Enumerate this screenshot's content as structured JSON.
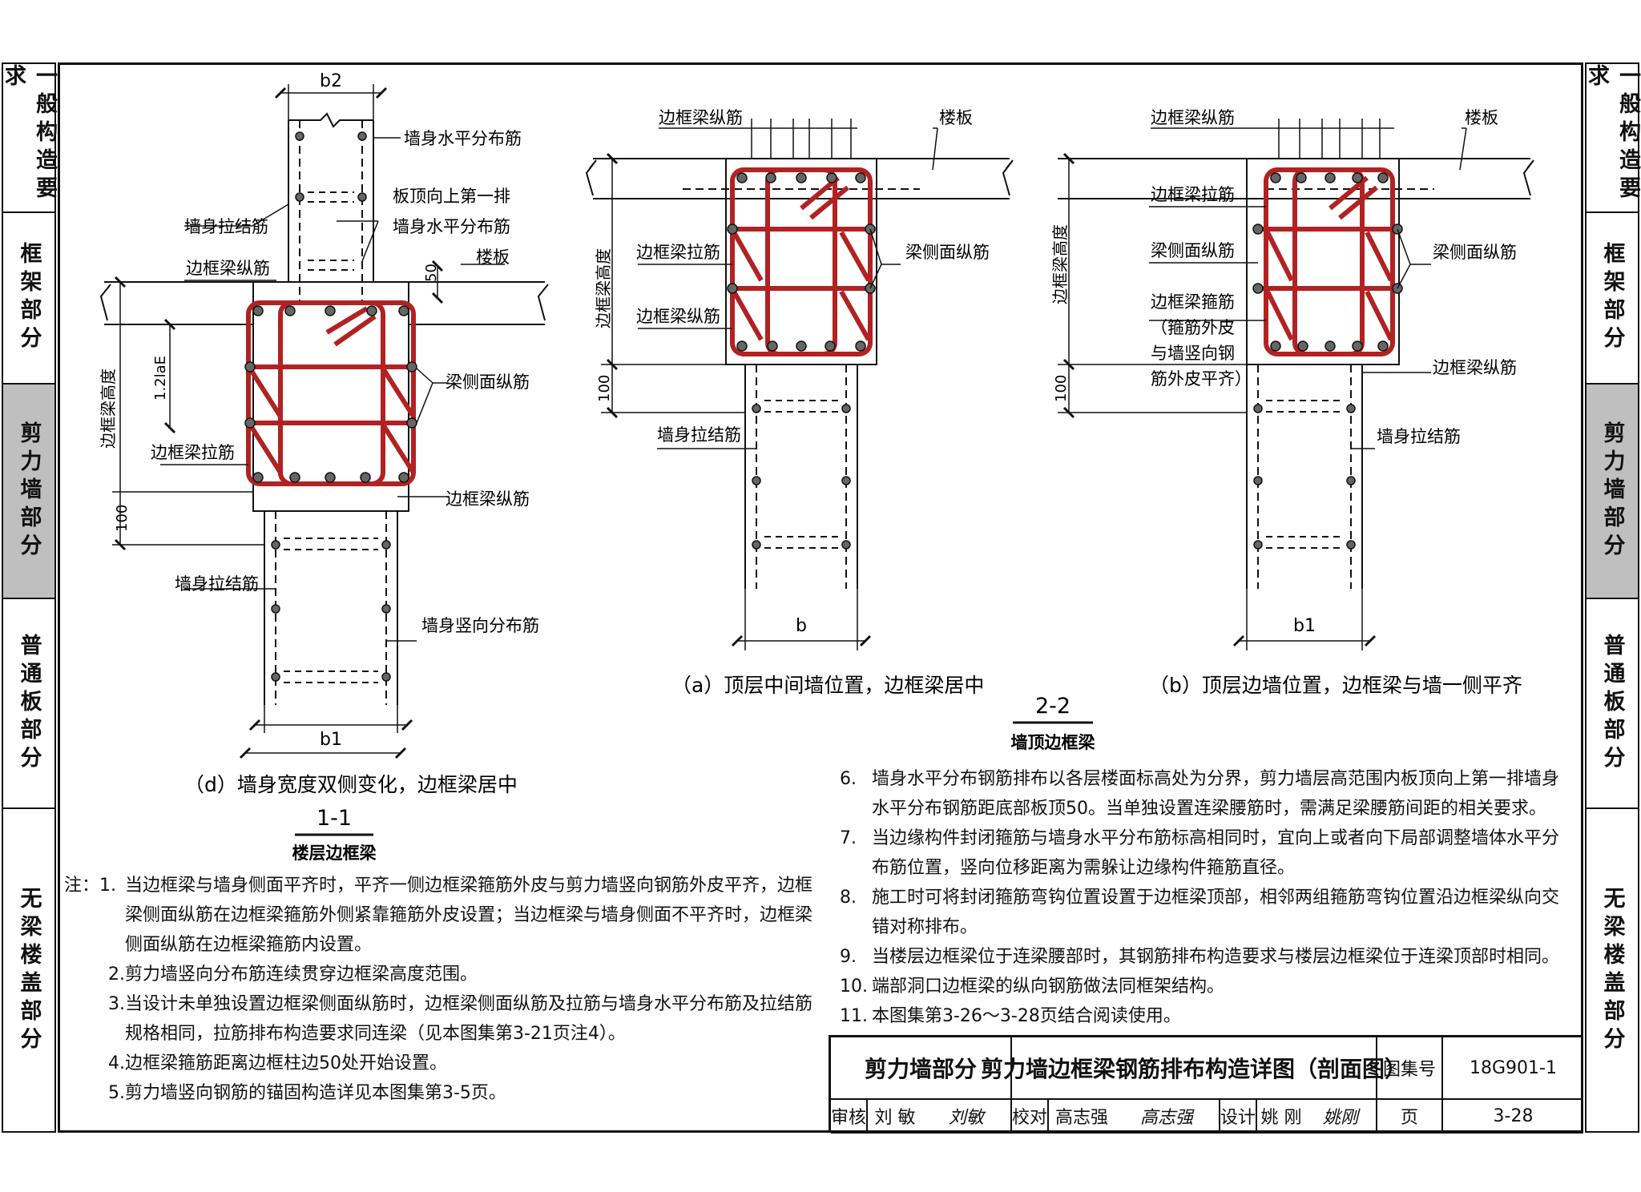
{
  "sidebar_tabs": [
    "一般构造要求",
    "框架部分",
    "剪力墙部分",
    "普通板部分",
    "无梁楼盖部分"
  ],
  "active_tab_index": 2,
  "detail_d": {
    "dim_top": "b2",
    "dim_bottom": "b1",
    "dim_50": "50",
    "dim_la": "1.2laE",
    "dim_100": "100",
    "height_label": "边框梁高度",
    "labels": {
      "wall_horiz": "墙身水平分布筋",
      "first_row_1": "板顶向上第一排",
      "first_row_2": "墙身水平分布筋",
      "wall_tie": "墙身拉结筋",
      "beam_long": "边框梁纵筋",
      "slab": "楼板",
      "side_long": "梁侧面纵筋",
      "beam_tie": "边框梁拉筋",
      "beam_long_2": "边框梁纵筋",
      "wall_tie_2": "墙身拉结筋",
      "wall_vert": "墙身竖向分布筋"
    },
    "caption": "（d）墙身宽度双侧变化，边框梁居中",
    "section": "1-1",
    "section_title": "楼层边框梁"
  },
  "detail_a": {
    "labels": {
      "beam_long": "边框梁纵筋",
      "slab": "楼板",
      "beam_tie": "边框梁拉筋",
      "side_long": "梁侧面纵筋",
      "beam_long_2": "边框梁纵筋",
      "wall_tie": "墙身拉结筋"
    },
    "height_label": "边框梁高度",
    "dim_100": "100",
    "dim_b": "b",
    "caption": "（a）顶层中间墙位置，边框梁居中"
  },
  "detail_b": {
    "labels": {
      "beam_long": "边框梁纵筋",
      "slab": "楼板",
      "beam_tie": "边框梁拉筋",
      "side_long_l": "梁侧面纵筋",
      "side_long_r": "梁侧面纵筋",
      "stirrup_1": "边框梁箍筋",
      "stirrup_2": "（箍筋外皮",
      "stirrup_3": "与墙竖向钢",
      "stirrup_4": "筋外皮平齐）",
      "beam_long_2": "边框梁纵筋",
      "wall_tie": "墙身拉结筋"
    },
    "height_label": "边框梁高度",
    "dim_100": "100",
    "dim_b1": "b1",
    "caption": "（b）顶层边墙位置，边框梁与墙一侧平齐"
  },
  "section_2": {
    "section": "2-2",
    "title": "墙顶边框梁"
  },
  "notes_left": [
    {
      "num": "注：1.",
      "lines": [
        "当边框梁与墙身侧面平齐时，平齐一侧边框梁箍筋外皮与剪力墙竖向钢筋外皮平齐，边框",
        "梁侧面纵筋在边框梁箍筋外侧紧靠箍筋外皮设置；当边框梁与墙身侧面不平齐时，边框梁",
        "侧面纵筋在边框梁箍筋内设置。"
      ]
    },
    {
      "num": "2.",
      "lines": [
        "剪力墙竖向分布筋连续贯穿边框梁高度范围。"
      ]
    },
    {
      "num": "3.",
      "lines": [
        "当设计未单独设置边框梁侧面纵筋时，边框梁侧面纵筋及拉筋与墙身水平分布筋及拉结筋",
        "规格相同，拉筋排布构造要求同连梁（见本图集第3-21页注4）。"
      ]
    },
    {
      "num": "4.",
      "lines": [
        "边框梁箍筋距离边框柱边50处开始设置。"
      ]
    },
    {
      "num": "5.",
      "lines": [
        "剪力墙竖向钢筋的锚固构造详见本图集第3-5页。"
      ]
    }
  ],
  "notes_right": [
    {
      "num": "6.",
      "lines": [
        "墙身水平分布钢筋排布以各层楼面标高处为分界，剪力墙层高范围内板顶向上第一排墙身",
        "水平分布钢筋距底部板顶50。当单独设置连梁腰筋时，需满足梁腰筋间距的相关要求。"
      ]
    },
    {
      "num": "7.",
      "lines": [
        "当边缘构件封闭箍筋与墙身水平分布筋标高相同时，宜向上或者向下局部调整墙体水平分",
        "布筋位置，竖向位移距离为需躲让边缘构件箍筋直径。"
      ]
    },
    {
      "num": "8.",
      "lines": [
        "施工时可将封闭箍筋弯钩位置设置于边框梁顶部，相邻两组箍筋弯钩位置沿边框梁纵向交",
        "错对称排布。"
      ]
    },
    {
      "num": "9.",
      "lines": [
        "当楼层边框梁位于连梁腰部时，其钢筋排布构造要求与楼层边框梁位于连梁顶部时相同。"
      ]
    },
    {
      "num": "10.",
      "lines": [
        "端部洞口边框梁的纵向钢筋做法同框架结构。"
      ]
    },
    {
      "num": "11.",
      "lines": [
        "本图集第3-26～3-28页结合阅读使用。"
      ]
    }
  ],
  "title_block": {
    "category": "剪力墙部分",
    "title": "剪力墙边框梁钢筋排布构造详图（剖面图）",
    "atlas_label": "图集号",
    "atlas_no": "18G901-1",
    "review_label": "审核",
    "reviewer": "刘 敏",
    "reviewer_sig": "刘敏",
    "check_label": "校对",
    "checker": "高志强",
    "checker_sig": "高志强",
    "design_label": "设计",
    "designer": "姚 刚",
    "designer_sig": "姚刚",
    "page_label": "页",
    "page_no": "3-28"
  },
  "colors": {
    "rebar": "#b22222",
    "line": "#111111",
    "active_tab": "#bfbfbf"
  }
}
